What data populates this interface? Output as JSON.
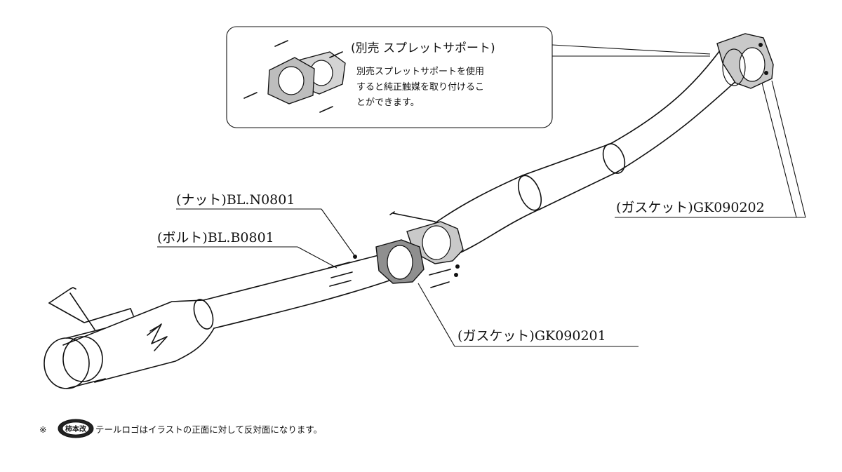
{
  "callout": {
    "title": "(別売 スプレットサポート)",
    "body_lines": [
      "別売スプレットサポートを使用",
      "すると純正触媒を取り付けるこ",
      "とができます。"
    ]
  },
  "labels": {
    "nut": "(ナット)BL.N0801",
    "bolt": "(ボルト)BL.B0801",
    "gasket_front": "(ガスケット)GK090202",
    "gasket_mid": "(ガスケット)GK090201"
  },
  "footnote": {
    "mark": "※",
    "logo_text": "柿本改",
    "text": "テールロゴはイラストの正面に対して反対面になります。"
  },
  "colors": {
    "line": "#111111",
    "gasket_fill": "#c9c9c9",
    "background": "#ffffff"
  }
}
